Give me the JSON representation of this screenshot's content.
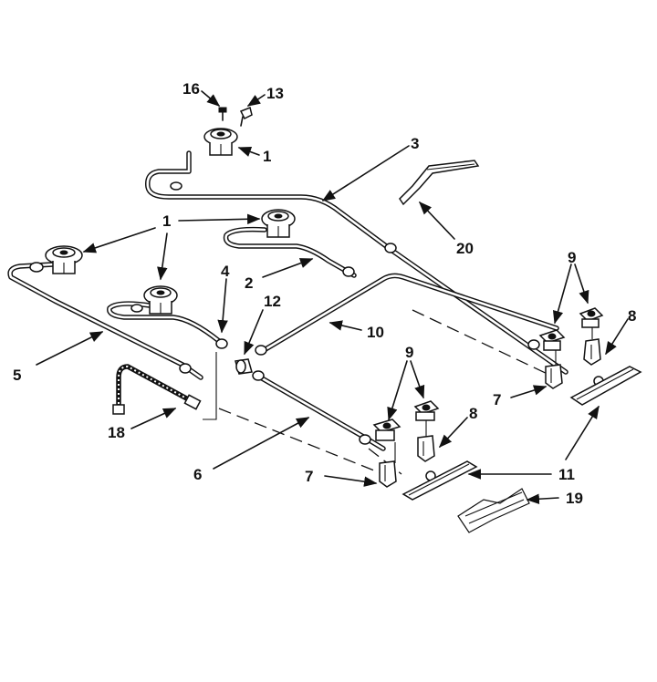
{
  "labels": {
    "l16": "16",
    "l13": "13",
    "l1_top": "1",
    "l3": "3",
    "l1_mid": "1",
    "l20": "20",
    "l4": "4",
    "l2": "2",
    "l12": "12",
    "l9_right": "9",
    "l8_right": "8",
    "l10": "10",
    "l5": "5",
    "l9_mid": "9",
    "l7_right": "7",
    "l8_mid": "8",
    "l18": "18",
    "l6": "6",
    "l7_left": "7",
    "l11_mid": "11",
    "l11_right": "11",
    "l19": "19"
  }
}
